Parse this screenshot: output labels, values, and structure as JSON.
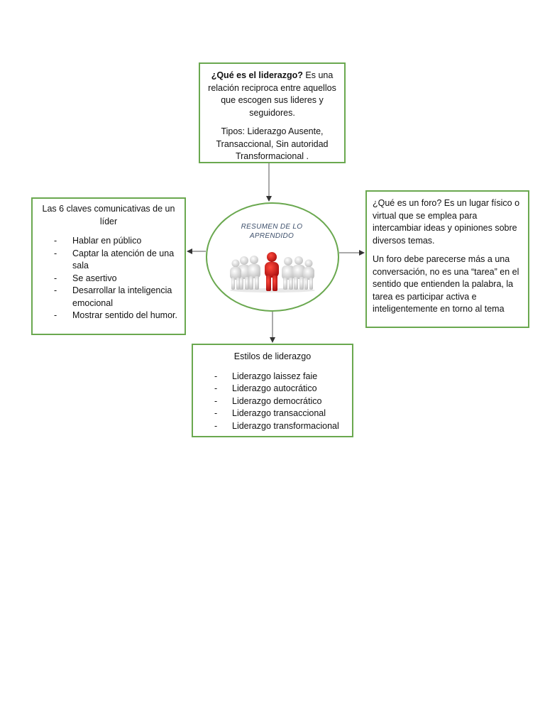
{
  "top_box": {
    "question": "¿Qué es el liderazgo?",
    "answer": " Es una relación reciproca entre aquellos que escogen sus lideres y seguidores.",
    "types": "Tipos: Liderazgo Ausente, Transaccional, Sin autoridad Transformacional ."
  },
  "left_box": {
    "title": "Las 6 claves comunicativas de un líder",
    "items": [
      "Hablar en público",
      "Captar la atención de una sala",
      "Se asertivo",
      "Desarrollar la inteligencia emocional",
      "Mostrar sentido del humor."
    ]
  },
  "right_box": {
    "paragraph1": "¿Qué es un foro? Es un lugar físico o virtual que se emplea para intercambiar ideas y opiniones sobre diversos temas.",
    "paragraph2": "Un foro debe parecerse más a una conversación, no es una “tarea” en el sentido que entienden la palabra, la tarea es participar activa e inteligentemente en torno al tema"
  },
  "bottom_box": {
    "title": "Estilos de liderazgo",
    "items": [
      "Liderazgo laissez faie",
      "Liderazgo autocrático",
      "Liderazgo democrático",
      "Liderazgo transaccional",
      "Liderazgo transformacional"
    ]
  },
  "center": {
    "title": "RESUMEN DE LO APRENDIDO",
    "image": "team-leader-figures",
    "colors": {
      "leader": "#d0191a",
      "team": "#e6e6e6",
      "border": "#6aa84f"
    }
  },
  "bullet_marker": "-"
}
